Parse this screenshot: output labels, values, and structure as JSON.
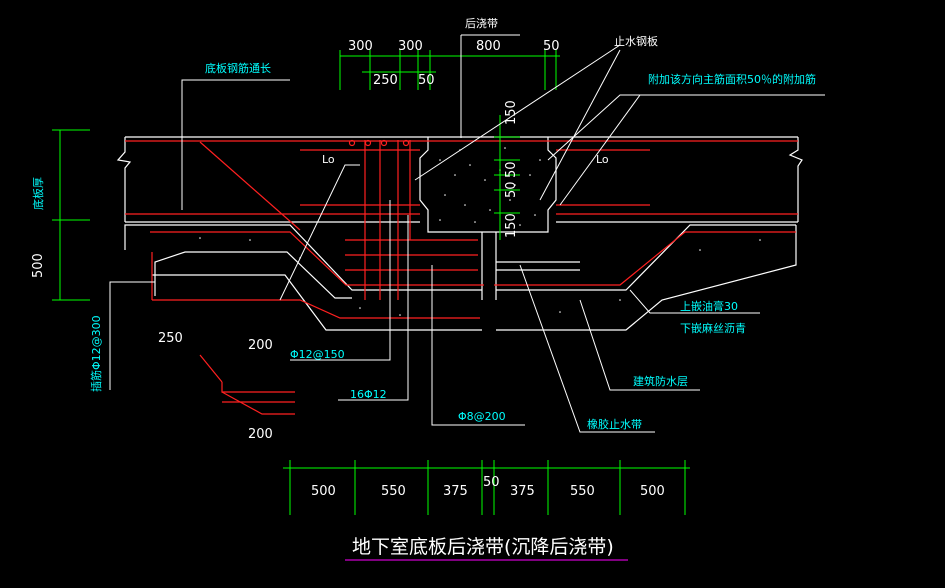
{
  "drawing": {
    "title": "地下室底板后浇带(沉降后浇带)",
    "colors": {
      "background": "#000000",
      "dimension": "#00ff00",
      "annotation": "#00ffff",
      "rebar": "#ff0000",
      "outline": "#ffffff",
      "title_underline": "#cc00cc"
    },
    "top_dims": {
      "d300a": "300",
      "d300b": "300",
      "d800": "800",
      "d50a": "50",
      "d250": "250",
      "d50b": "50"
    },
    "vertical_dims": {
      "d150a": "150",
      "d50a": "50",
      "d50b": "50",
      "d150b": "150"
    },
    "bottom_dims": [
      "500",
      "550",
      "375",
      "50",
      "375",
      "550",
      "500"
    ],
    "hook_dims": {
      "d250": "250",
      "d200a": "200",
      "d200b": "200"
    },
    "left_dims": {
      "d500": "500",
      "slab_thickness": "底板厚"
    },
    "labels": {
      "post_pour_strip": "后浇带",
      "bottom_rebar": "底板钢筋通长",
      "waterstop_plate": "止水钢板",
      "additional_rebar": "附加该方向主筋面积50％的附加筋",
      "lo_left": "Lo",
      "lo_right": "Lo",
      "dowel": "插筋Φ12@300",
      "phi12_150": "Φ12@150",
      "n16_phi12": "16Φ12",
      "phi8_200": "Φ8@200",
      "rubber_waterstop": "橡胶止水带",
      "building_waterproof": "建筑防水层",
      "top_caulk": "上嵌油膏30",
      "bottom_caulk": "下嵌麻丝沥青"
    }
  }
}
